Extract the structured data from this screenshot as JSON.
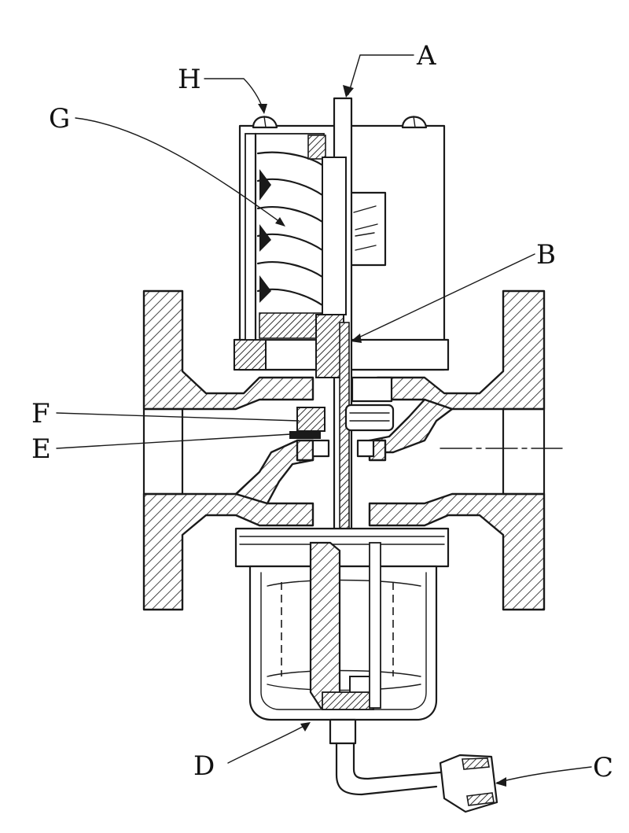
{
  "callouts": [
    {
      "id": "A",
      "label": "A"
    },
    {
      "id": "B",
      "label": "B"
    },
    {
      "id": "C",
      "label": "C"
    },
    {
      "id": "D",
      "label": "D"
    },
    {
      "id": "E",
      "label": "E"
    },
    {
      "id": "F",
      "label": "F"
    },
    {
      "id": "G",
      "label": "G"
    },
    {
      "id": "H",
      "label": "H"
    }
  ],
  "colors": {
    "ink": "#1a1a1a",
    "paper": "#ffffff"
  }
}
